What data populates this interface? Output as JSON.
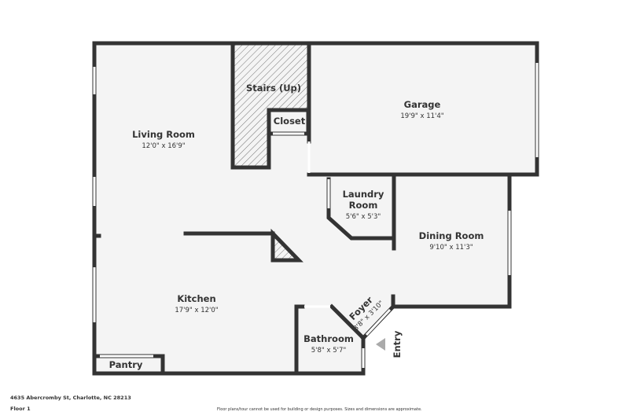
{
  "rooms": {
    "living": {
      "name": "Living Room",
      "dims": "12'0\" x 16'9\""
    },
    "stairs": {
      "name": "Stairs (Up)"
    },
    "closet": {
      "name": "Closet"
    },
    "garage": {
      "name": "Garage",
      "dims": "19'9\" x 11'4\""
    },
    "laundry": {
      "name_line1": "Laundry",
      "name_line2": "Room",
      "dims": "5'6\" x 5'3\""
    },
    "dining": {
      "name": "Dining Room",
      "dims": "9'10\" x 11'3\""
    },
    "kitchen": {
      "name": "Kitchen",
      "dims": "17'9\" x 12'0\""
    },
    "foyer": {
      "name": "Foyer",
      "dims": "3'8\" x 3'10\""
    },
    "bathroom": {
      "name": "Bathroom",
      "dims": "5'8\" x 5'7\""
    },
    "pantry": {
      "name": "Pantry"
    }
  },
  "entry_label": "Entry",
  "footer": {
    "address": "4635 Abercromby St, Charlotte, NC 28213",
    "floor": "Floor 1",
    "disclaimer": "Floor plans/tour cannot be used for building or design purposes. Sizes and dimensions are approximate."
  },
  "colors": {
    "wall": "#333333",
    "floor": "#f4f4f4",
    "entry_arrow": "#aaaaaa"
  }
}
